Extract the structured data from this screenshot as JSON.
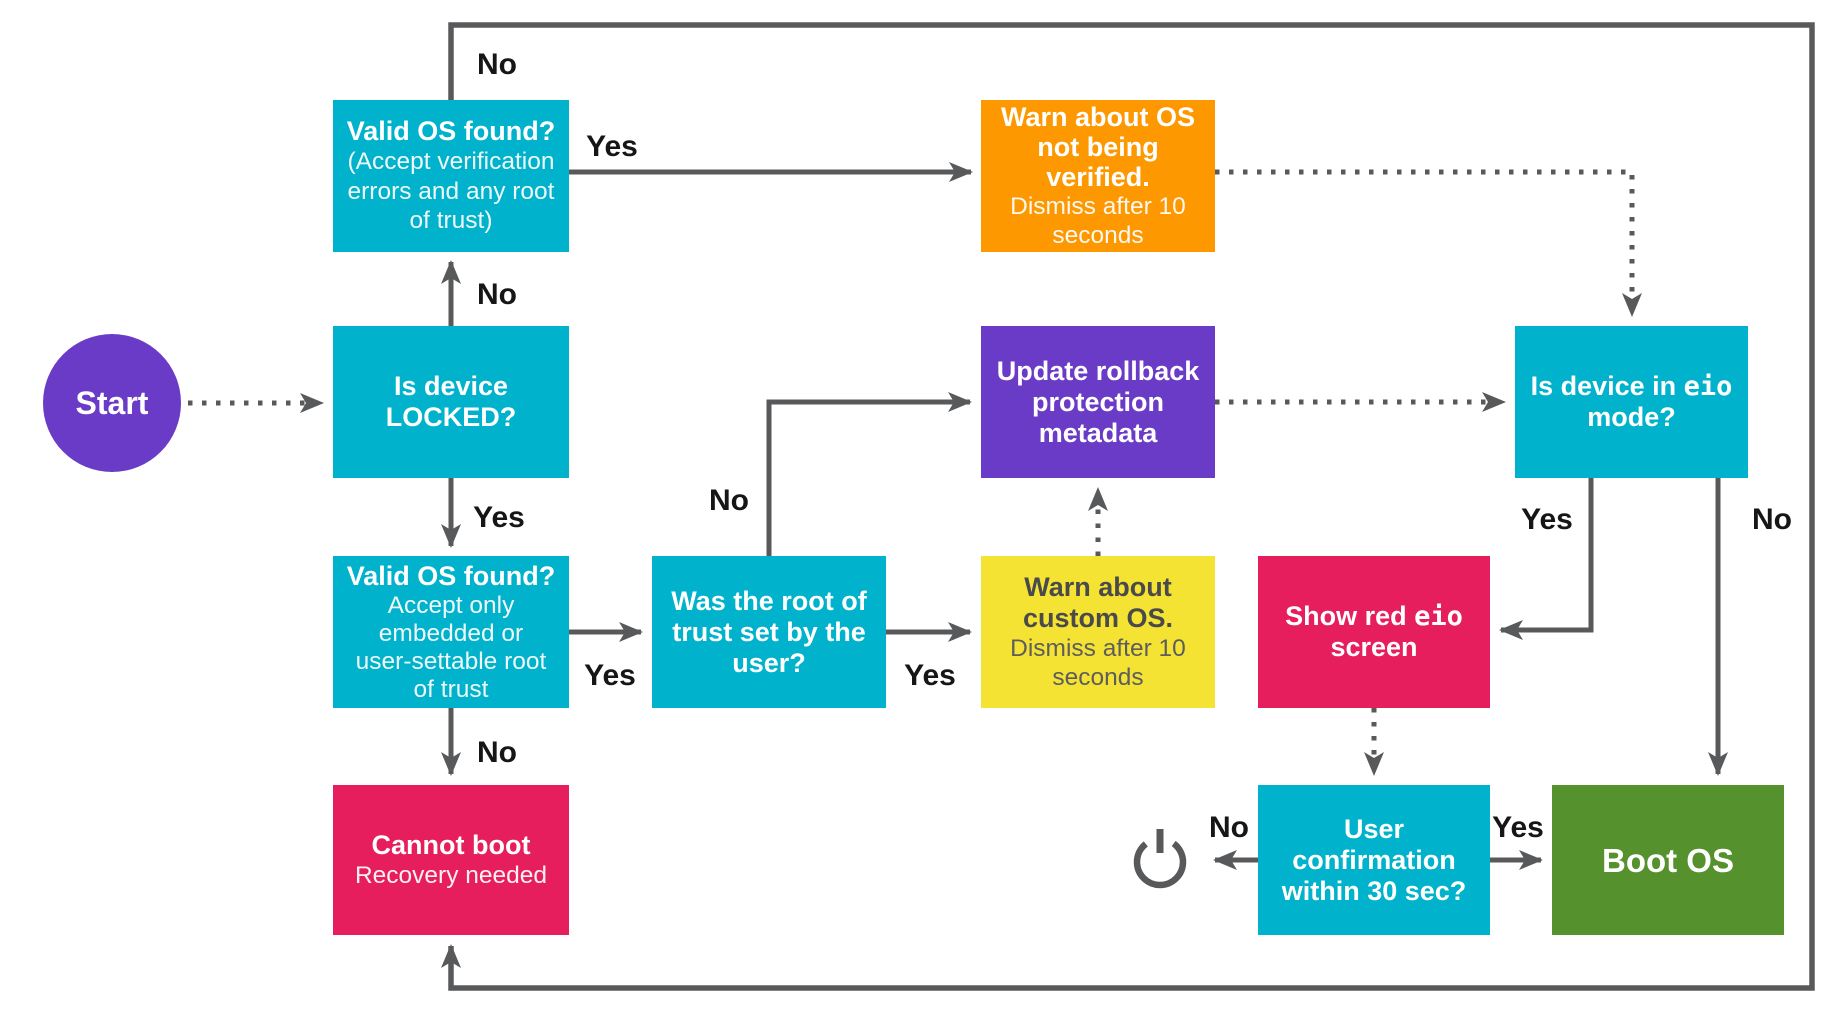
{
  "colors": {
    "cyan": "#00b2cb",
    "orange": "#fd9801",
    "purple": "#6a3bc6",
    "yellow": "#f5e334",
    "pink": "#e61e5e",
    "green": "#55912c",
    "line": "#58595b",
    "label": "#161616"
  },
  "nodes": {
    "start": {
      "label": "Start"
    },
    "is_device_locked": {
      "title": "Is device\nLOCKED?"
    },
    "valid_os_any_root": {
      "title": "Valid OS found?",
      "subtitle": "(Accept verification\nerrors and any root\nof trust)"
    },
    "warn_not_verified": {
      "title": "Warn about OS\nnot being\nverified.",
      "subtitle": "Dismiss after 10\nseconds"
    },
    "update_rollback": {
      "title": "Update rollback\nprotection\nmetadata"
    },
    "is_eio_mode": {
      "title_parts": [
        {
          "t": "Is device in "
        },
        {
          "t": "eio",
          "mono": true
        },
        {
          "t": "\nmode?"
        }
      ]
    },
    "valid_os_user_root": {
      "title": "Valid OS found?",
      "subtitle": "Accept only\nembedded or\nuser-settable root\nof trust"
    },
    "was_root_user_set": {
      "title": "Was the root of\ntrust set by the\nuser?"
    },
    "warn_custom_os": {
      "title": "Warn about\ncustom OS.",
      "subtitle": "Dismiss after 10\nseconds"
    },
    "show_red_eio": {
      "title_parts": [
        {
          "t": "Show red "
        },
        {
          "t": "eio",
          "mono": true
        },
        {
          "t": "\nscreen"
        }
      ]
    },
    "cannot_boot": {
      "title": "Cannot boot",
      "subtitle": "Recovery needed"
    },
    "user_confirmation": {
      "title": "User\nconfirmation\nwithin 30 sec?"
    },
    "boot_os": {
      "title": "Boot OS"
    },
    "power_off": {
      "icon": "power-icon"
    }
  },
  "edges": [
    {
      "from": "start",
      "to": "is_device_locked",
      "style": "dotted",
      "label": ""
    },
    {
      "from": "is_device_locked",
      "to": "valid_os_any_root",
      "style": "solid",
      "label": "No"
    },
    {
      "from": "valid_os_any_root",
      "to": "cannot_boot",
      "style": "solid",
      "label": "No"
    },
    {
      "from": "valid_os_any_root",
      "to": "warn_not_verified",
      "style": "solid",
      "label": "Yes"
    },
    {
      "from": "warn_not_verified",
      "to": "is_eio_mode",
      "style": "dotted",
      "label": ""
    },
    {
      "from": "update_rollback",
      "to": "is_eio_mode",
      "style": "dotted",
      "label": ""
    },
    {
      "from": "is_device_locked",
      "to": "valid_os_user_root",
      "style": "solid",
      "label": "Yes"
    },
    {
      "from": "valid_os_user_root",
      "to": "was_root_user_set",
      "style": "solid",
      "label": "Yes"
    },
    {
      "from": "valid_os_user_root",
      "to": "cannot_boot",
      "style": "solid",
      "label": "No"
    },
    {
      "from": "was_root_user_set",
      "to": "update_rollback",
      "style": "solid",
      "label": "No"
    },
    {
      "from": "was_root_user_set",
      "to": "warn_custom_os",
      "style": "solid",
      "label": "Yes"
    },
    {
      "from": "warn_custom_os",
      "to": "update_rollback",
      "style": "dotted",
      "label": ""
    },
    {
      "from": "is_eio_mode",
      "to": "show_red_eio",
      "style": "solid",
      "label": "Yes"
    },
    {
      "from": "is_eio_mode",
      "to": "boot_os",
      "style": "solid",
      "label": "No"
    },
    {
      "from": "show_red_eio",
      "to": "user_confirmation",
      "style": "dotted",
      "label": ""
    },
    {
      "from": "user_confirmation",
      "to": "power_off",
      "style": "solid",
      "label": "No"
    },
    {
      "from": "user_confirmation",
      "to": "boot_os",
      "style": "solid",
      "label": "Yes"
    }
  ]
}
